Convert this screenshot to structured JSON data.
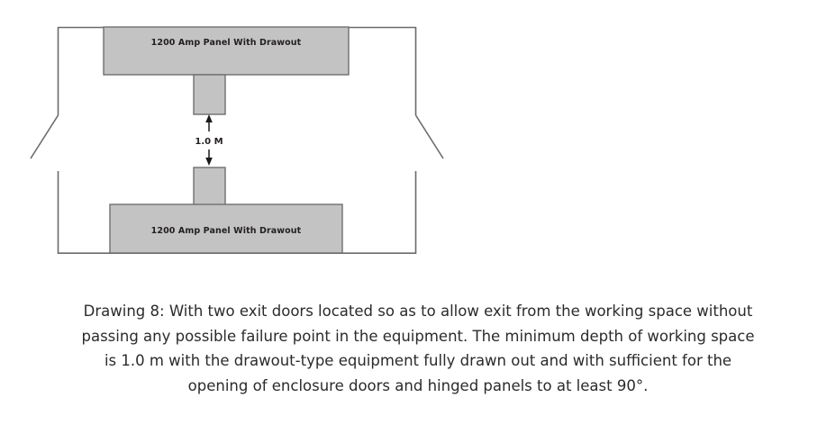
{
  "figure": {
    "name": "electrical-room-working-space-plan",
    "colors": {
      "panel_fill": "#c3c3c3",
      "panel_stroke": "#6f6f6f",
      "wall_stroke": "#6b6b6b",
      "arrow": "#1a1a1a",
      "background": "#ffffff",
      "caption_text": "#2b2b2b"
    },
    "upper_panel_label": "1200 Amp Panel With Drawout",
    "lower_panel_label": "1200 Amp Panel With Drawout",
    "dimension_label": "1.0 M",
    "drawout_stub_upper_name": "drawout-extension-upper",
    "drawout_stub_lower_name": "drawout-extension-lower",
    "exit_door_left_name": "exit-door-left",
    "exit_door_right_name": "exit-door-right"
  },
  "caption": {
    "lines": [
      "Drawing 8: With two exit doors located so as to allow exit from the working space without",
      "passing any possible failure point in the equipment. The minimum depth of working space",
      "is 1.0 m with the drawout-type equipment fully drawn out and with sufficient for the",
      "opening of enclosure doors and hinged panels to at least 90°."
    ]
  }
}
